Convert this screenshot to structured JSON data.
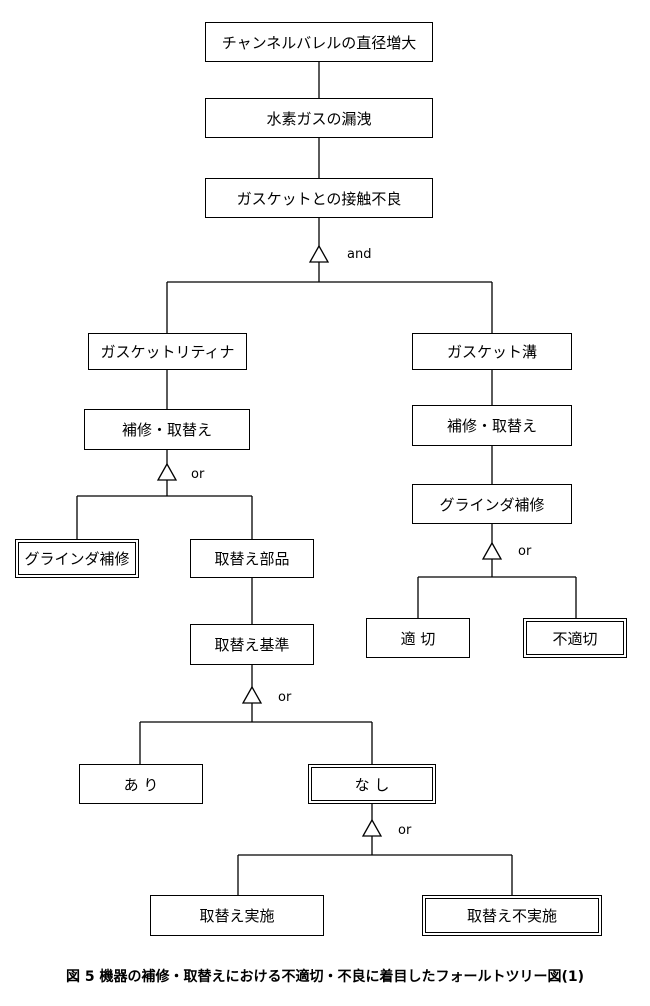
{
  "nodes": {
    "channel": "チャンネルバレルの直径増大",
    "hydrogen": "水素ガスの漏洩",
    "gasket_contact": "ガスケットとの接触不良",
    "retainer": "ガスケットリティナ",
    "groove": "ガスケット溝",
    "repair_left": "補修・取替え",
    "repair_right": "補修・取替え",
    "grind_left": "グラインダ補修",
    "grind_right": "グラインダ補修",
    "parts": "取替え部品",
    "criteria": "取替え基準",
    "proper": "適 切",
    "improper": "不適切",
    "yes": "あ り",
    "no": "な し",
    "done": "取替え実施",
    "not_done": "取替え不実施"
  },
  "gates": {
    "g1": "and",
    "g2": "or",
    "g3": "or",
    "g4": "or",
    "g5": "or"
  },
  "caption": "図 5  機器の補修・取替えにおける不適切・不良に着目したフォールトツリー図(1)"
}
